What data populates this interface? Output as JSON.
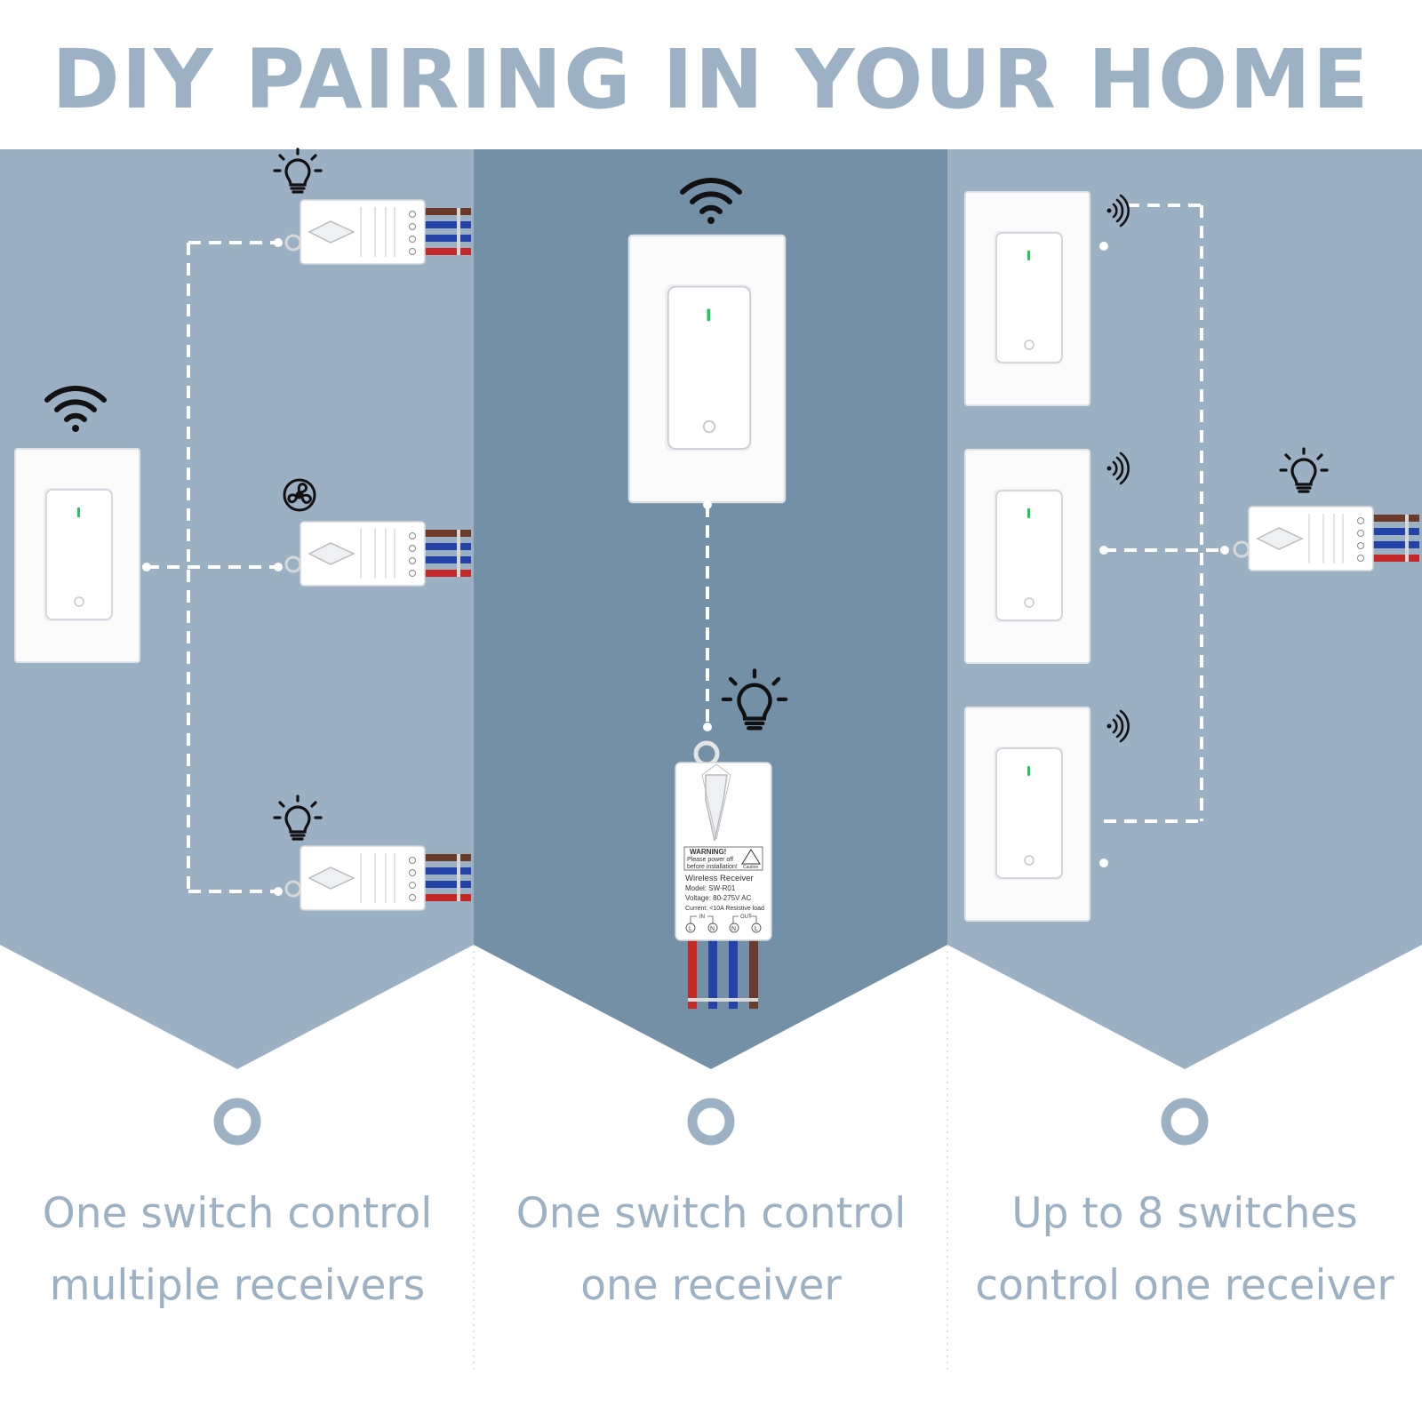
{
  "title": "DIY PAIRING IN YOUR HOME",
  "colors": {
    "panel_light": "#9cb0c3",
    "panel_dark": "#7490a7",
    "accent_text": "#9db1c4",
    "switch_led": "#22c55e",
    "wire_brown": "#6b3a2a",
    "wire_blue": "#2343a8",
    "wire_red": "#c62828"
  },
  "receiver_label": {
    "warning_title": "WARNING!",
    "warning_line1": "Please power off",
    "warning_line2": "before installation!",
    "caution": "Caution",
    "name": "Wireless Receiver",
    "model": "Model: SW-R01",
    "voltage": "Voltage: 80-275V AC",
    "current": "Current: <10A Resistive load",
    "in_label": "IN",
    "out_label": "OUT",
    "terminals": [
      "L",
      "N",
      "N",
      "L"
    ]
  },
  "icons": {
    "wifi": "wifi-icon",
    "bulb": "light-bulb-icon",
    "fan": "fan-icon",
    "signal": "signal-waves-icon",
    "bullet": "ring-bullet-icon"
  },
  "sections": [
    {
      "caption_line1": "One switch control",
      "caption_line2": "multiple receivers"
    },
    {
      "caption_line1": "One switch control",
      "caption_line2": "one receiver"
    },
    {
      "caption_line1": "Up to 8 switches",
      "caption_line2": "control one receiver"
    }
  ]
}
